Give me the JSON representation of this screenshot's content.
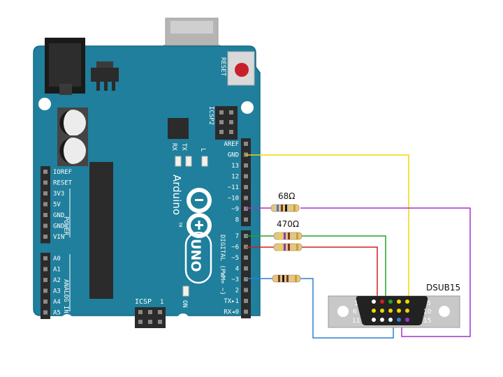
{
  "board": {
    "reset_label": "RESET",
    "icsp2_label": "ICSP2",
    "icsp_label": "ICSP",
    "icsp_pin1": "1",
    "tx_label": "TX",
    "rx_label": "RX",
    "l_label": "L",
    "on_label": "ON",
    "brand": "Arduino",
    "model": "UNO",
    "tm": "TM",
    "digital_label": "DIGITAL (PWM= ~)",
    "power_label": "POWER",
    "analog_label": "ANALOG IN",
    "power_pins": [
      "IOREF",
      "RESET",
      "3V3",
      "5V",
      "GND",
      "GND",
      "VIN"
    ],
    "analog_pins": [
      "A0",
      "A1",
      "A2",
      "A3",
      "A4",
      "A5"
    ],
    "digital_top": [
      "AREF",
      "GND",
      "13",
      "12",
      "~11",
      "~10",
      "~9",
      "8"
    ],
    "digital_bottom": [
      "7",
      "~6",
      "~5",
      "4",
      "~3",
      "2",
      "TX▸1",
      "RX◂0"
    ]
  },
  "resistors": {
    "r68_label": "68Ω",
    "r470_label": "470Ω"
  },
  "connector": {
    "name": "DSUB15",
    "pin1": "1",
    "pin5": "5",
    "pin6": "6",
    "pin10": "10",
    "pin11": "11",
    "pin15": "15"
  },
  "colors": {
    "board": "#1f7f9c",
    "wire_gnd": "#f2d500",
    "wire_pin9": "#a333c8",
    "wire_pin7": "#22a32a",
    "wire_pin6": "#d11f1f",
    "wire_pin3": "#2f7fd3"
  }
}
